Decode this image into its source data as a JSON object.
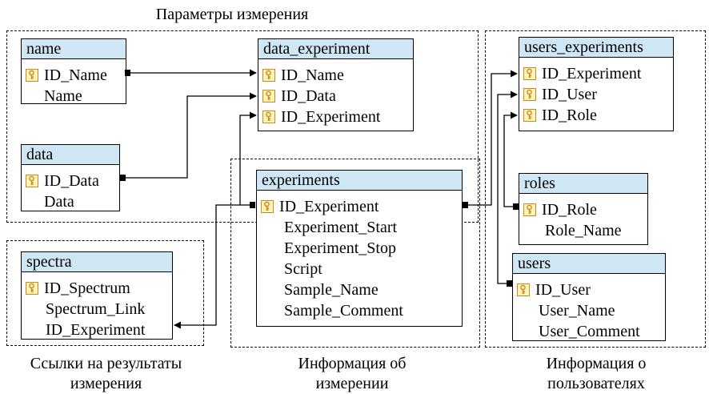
{
  "captions": {
    "top": "Параметры измерения",
    "bottom_left": "Ссылки на результаты\nизмерения",
    "bottom_center": "Информация об\nизмерении",
    "bottom_right": "Информация о\nпользователях"
  },
  "tables": {
    "name": {
      "title": "name",
      "fields": [
        {
          "label": "ID_Name",
          "key": true
        },
        {
          "label": "Name",
          "key": false
        }
      ]
    },
    "data": {
      "title": "data",
      "fields": [
        {
          "label": "ID_Data",
          "key": true
        },
        {
          "label": "Data",
          "key": false
        }
      ]
    },
    "data_experiment": {
      "title": "data_experiment",
      "fields": [
        {
          "label": "ID_Name",
          "key": true
        },
        {
          "label": "ID_Data",
          "key": true
        },
        {
          "label": "ID_Experiment",
          "key": true
        }
      ]
    },
    "users_experiments": {
      "title": "users_experiments",
      "fields": [
        {
          "label": "ID_Experiment",
          "key": true
        },
        {
          "label": "ID_User",
          "key": true
        },
        {
          "label": "ID_Role",
          "key": true
        }
      ]
    },
    "experiments": {
      "title": "experiments",
      "fields": [
        {
          "label": "ID_Experiment",
          "key": true
        },
        {
          "label": "Experiment_Start",
          "key": false
        },
        {
          "label": "Experiment_Stop",
          "key": false
        },
        {
          "label": "Script",
          "key": false
        },
        {
          "label": "Sample_Name",
          "key": false
        },
        {
          "label": "Sample_Comment",
          "key": false
        }
      ]
    },
    "roles": {
      "title": "roles",
      "fields": [
        {
          "label": "ID_Role",
          "key": true
        },
        {
          "label": "Role_Name",
          "key": false
        }
      ]
    },
    "spectra": {
      "title": "spectra",
      "fields": [
        {
          "label": "ID_Spectrum",
          "key": true
        },
        {
          "label": "Spectrum_Link",
          "key": false
        },
        {
          "label": "ID_Experiment",
          "key": false
        }
      ]
    },
    "users": {
      "title": "users",
      "fields": [
        {
          "label": "ID_User",
          "key": true
        },
        {
          "label": "User_Name",
          "key": false
        },
        {
          "label": "User_Comment",
          "key": false
        }
      ]
    }
  },
  "colors": {
    "header_fill": "#cfe6f4",
    "key_border": "#c98a1a",
    "key_fill": "#fff3c0"
  },
  "icons": {
    "primary_key": "key-icon"
  }
}
